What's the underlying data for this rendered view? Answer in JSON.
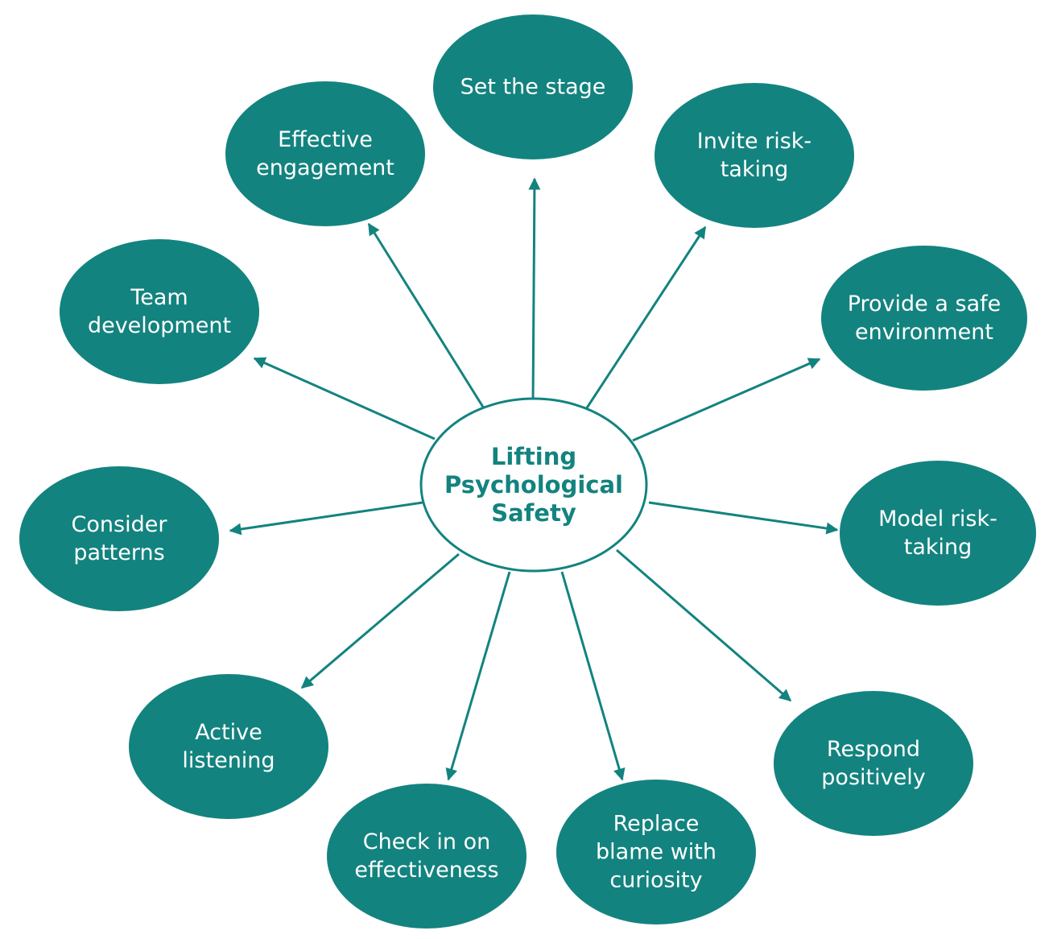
{
  "colors": {
    "node_fill": "#13837f",
    "node_text": "#ffffff",
    "center_fill": "#ffffff",
    "center_stroke": "#13837f",
    "center_text": "#13837f",
    "arrow": "#13837f"
  },
  "center": {
    "lines": [
      "Lifting",
      "Psychological",
      "Safety"
    ]
  },
  "nodes": [
    {
      "id": "set-the-stage",
      "lines": [
        "Set the stage"
      ]
    },
    {
      "id": "invite-risk-taking",
      "lines": [
        "Invite risk-",
        "taking"
      ]
    },
    {
      "id": "provide-a-safe-environment",
      "lines": [
        "Provide a safe",
        "environment"
      ]
    },
    {
      "id": "model-risk-taking",
      "lines": [
        "Model risk-",
        "taking"
      ]
    },
    {
      "id": "respond-positively",
      "lines": [
        "Respond",
        "positively"
      ]
    },
    {
      "id": "replace-blame-with-curiosity",
      "lines": [
        "Replace",
        "blame with",
        "curiosity"
      ]
    },
    {
      "id": "check-in-on-effectiveness",
      "lines": [
        "Check in on",
        "effectiveness"
      ]
    },
    {
      "id": "active-listening",
      "lines": [
        "Active",
        "listening"
      ]
    },
    {
      "id": "consider-patterns",
      "lines": [
        "Consider",
        "patterns"
      ]
    },
    {
      "id": "team-development",
      "lines": [
        "Team",
        "development"
      ]
    },
    {
      "id": "effective-engagement",
      "lines": [
        "Effective",
        "engagement"
      ]
    }
  ]
}
